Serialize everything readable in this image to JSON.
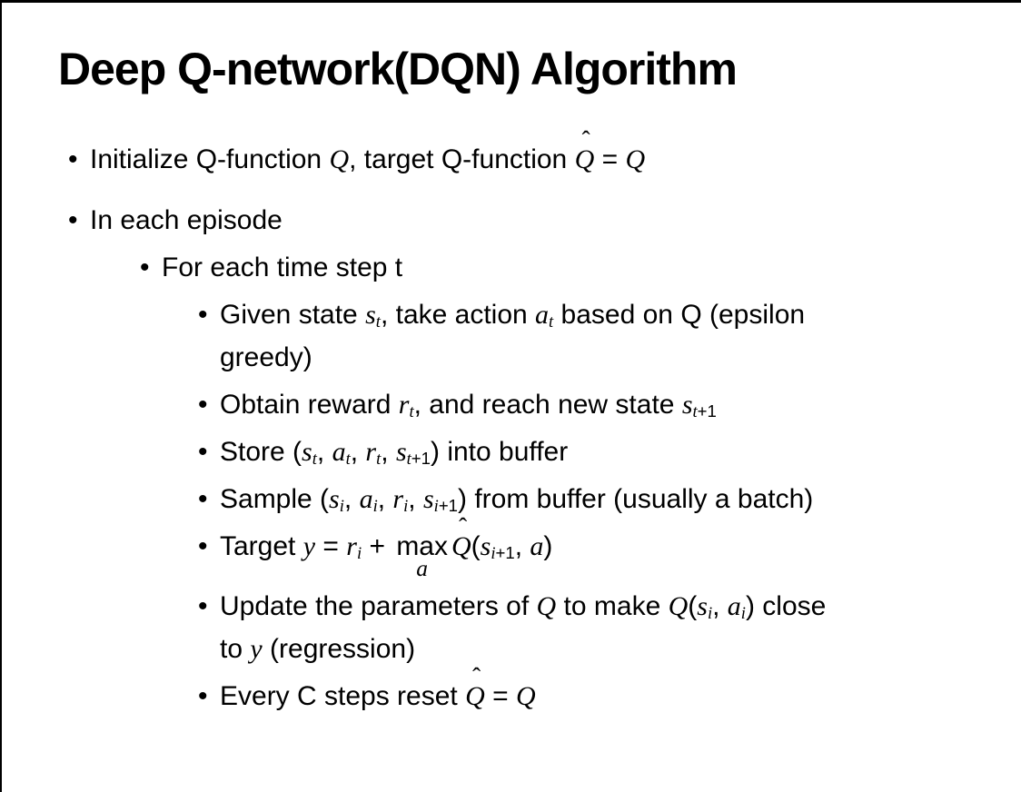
{
  "colors": {
    "background": "#ffffff",
    "text": "#000000",
    "frame_border": "#000000"
  },
  "symbols": {
    "bullet": "•",
    "hat": "ˆ"
  },
  "slide": {
    "title": "Deep Q-network(DQN) Algorithm",
    "bullets": [
      {
        "level": 1,
        "first_gap": true,
        "segments": [
          {
            "t": "Initialize Q-function "
          },
          {
            "t": "Q",
            "m": true
          },
          {
            "t": ", target Q-function "
          },
          {
            "t": "Q",
            "m": true,
            "hat": true
          },
          {
            "t": " = "
          },
          {
            "t": "Q",
            "m": true
          }
        ]
      },
      {
        "level": 1,
        "segments": [
          {
            "t": "In each episode"
          }
        ]
      },
      {
        "level": 2,
        "segments": [
          {
            "t": "For each time step t"
          }
        ]
      },
      {
        "level": 3,
        "segments": [
          {
            "t": "Given state "
          },
          {
            "t": "s",
            "m": true
          },
          {
            "t": "t",
            "m": true,
            "sub": true
          },
          {
            "t": ", take action "
          },
          {
            "t": "a",
            "m": true
          },
          {
            "t": "t",
            "m": true,
            "sub": true
          },
          {
            "t": " based on Q (epsilon"
          },
          {
            "br": true
          },
          {
            "t": "greedy)"
          }
        ]
      },
      {
        "level": 3,
        "segments": [
          {
            "t": "Obtain reward "
          },
          {
            "t": "r",
            "m": true
          },
          {
            "t": "t",
            "m": true,
            "sub": true
          },
          {
            "t": ", and reach new state "
          },
          {
            "t": "s",
            "m": true
          },
          {
            "t": "t",
            "m": true,
            "sub": true
          },
          {
            "t": "+1",
            "sub": true
          }
        ]
      },
      {
        "level": 3,
        "segments": [
          {
            "t": "Store ("
          },
          {
            "t": "s",
            "m": true
          },
          {
            "t": "t",
            "m": true,
            "sub": true
          },
          {
            "t": ", "
          },
          {
            "t": "a",
            "m": true
          },
          {
            "t": "t",
            "m": true,
            "sub": true
          },
          {
            "t": ", "
          },
          {
            "t": "r",
            "m": true
          },
          {
            "t": "t",
            "m": true,
            "sub": true
          },
          {
            "t": ", "
          },
          {
            "t": "s",
            "m": true
          },
          {
            "t": "t",
            "m": true,
            "sub": true
          },
          {
            "t": "+1",
            "sub": true
          },
          {
            "t": ") into buffer"
          }
        ]
      },
      {
        "level": 3,
        "segments": [
          {
            "t": "Sample ("
          },
          {
            "t": "s",
            "m": true
          },
          {
            "t": "i",
            "m": true,
            "sub": true
          },
          {
            "t": ", "
          },
          {
            "t": "a",
            "m": true
          },
          {
            "t": "i",
            "m": true,
            "sub": true
          },
          {
            "t": ", "
          },
          {
            "t": "r",
            "m": true
          },
          {
            "t": "i",
            "m": true,
            "sub": true
          },
          {
            "t": ", "
          },
          {
            "t": "s",
            "m": true
          },
          {
            "t": "i",
            "m": true,
            "sub": true
          },
          {
            "t": "+1",
            "sub": true
          },
          {
            "t": ") from buffer (usually a batch)"
          }
        ]
      },
      {
        "level": 3,
        "segments": [
          {
            "t": "Target "
          },
          {
            "t": "y",
            "m": true
          },
          {
            "t": " = "
          },
          {
            "t": "r",
            "m": true
          },
          {
            "t": "i",
            "m": true,
            "sub": true
          },
          {
            "t": " + "
          },
          {
            "stack": {
              "top": "max",
              "bottom": "a"
            }
          },
          {
            "t": "Q",
            "m": true,
            "hat": true
          },
          {
            "t": "("
          },
          {
            "t": "s",
            "m": true
          },
          {
            "t": "i",
            "m": true,
            "sub": true
          },
          {
            "t": "+1",
            "sub": true
          },
          {
            "t": ", "
          },
          {
            "t": "a",
            "m": true
          },
          {
            "t": ")"
          }
        ]
      },
      {
        "level": 3,
        "segments": [
          {
            "t": "Update the parameters of "
          },
          {
            "t": "Q",
            "m": true
          },
          {
            "t": " to make "
          },
          {
            "t": "Q",
            "m": true
          },
          {
            "t": "("
          },
          {
            "t": "s",
            "m": true
          },
          {
            "t": "i",
            "m": true,
            "sub": true
          },
          {
            "t": ", "
          },
          {
            "t": "a",
            "m": true
          },
          {
            "t": "i",
            "m": true,
            "sub": true
          },
          {
            "t": ") close"
          },
          {
            "br": true
          },
          {
            "t": "to "
          },
          {
            "t": "y",
            "m": true
          },
          {
            "t": " (regression)"
          }
        ]
      },
      {
        "level": 3,
        "segments": [
          {
            "t": "Every C steps reset "
          },
          {
            "t": "Q",
            "m": true,
            "hat": true
          },
          {
            "t": " = "
          },
          {
            "t": "Q",
            "m": true
          }
        ]
      }
    ]
  }
}
